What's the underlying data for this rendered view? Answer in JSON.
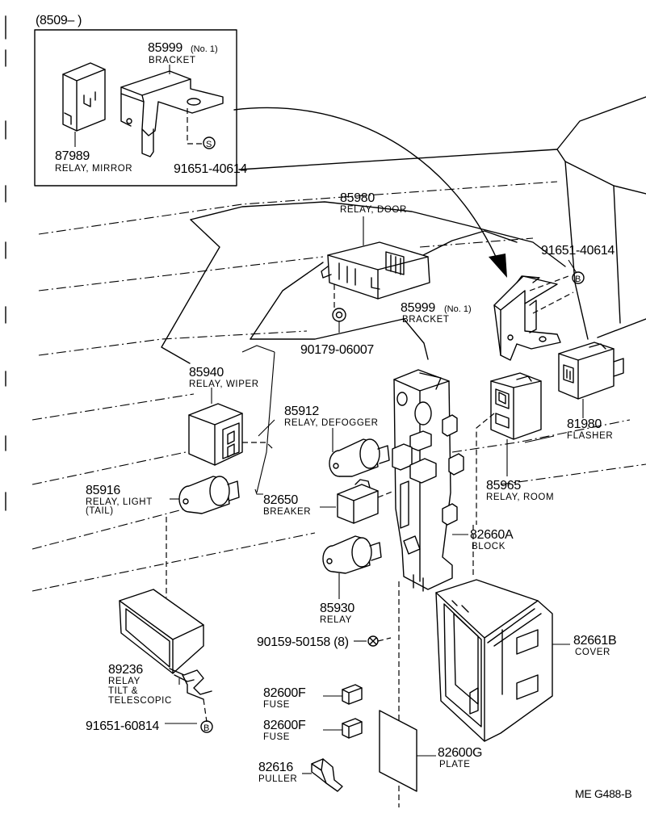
{
  "inset": {
    "label": "(8509–      )"
  },
  "footer": {
    "code": "ME  G488-B"
  },
  "parts": {
    "bracket_no1_inset": {
      "number": "85999",
      "suffix": "(No. 1)",
      "name": "BRACKET"
    },
    "relay_mirror": {
      "number": "87989",
      "name": "RELAY, MIRROR"
    },
    "bolt_inset": {
      "number": "91651-40614",
      "marker": "S"
    },
    "relay_door": {
      "number": "85980",
      "name": "RELAY, DOOR"
    },
    "bolt_right": {
      "number": "91651-40614",
      "marker": "B"
    },
    "bracket_no1": {
      "number": "85999",
      "suffix": "(No. 1)",
      "name": "BRACKET"
    },
    "clip": {
      "number": "90179-06007"
    },
    "relay_wiper": {
      "number": "85940",
      "name": "RELAY, WIPER"
    },
    "relay_defogger": {
      "number": "85912",
      "name": "RELAY, DEFOGGER"
    },
    "flasher": {
      "number": "81980",
      "name": "FLASHER"
    },
    "relay_light": {
      "number": "85916",
      "name": "RELAY, LIGHT",
      "name2": "(TAIL)"
    },
    "breaker": {
      "number": "82650",
      "name": "BREAKER"
    },
    "relay_room": {
      "number": "85965",
      "name": "RELAY, ROOM"
    },
    "block": {
      "number": "82660A",
      "name": "BLOCK"
    },
    "relay_85930": {
      "number": "85930",
      "name": "RELAY"
    },
    "screw": {
      "number": "90159-50158 (8)"
    },
    "cover": {
      "number": "82661B",
      "name": "COVER"
    },
    "relay_tilt": {
      "number": "89236",
      "name": "RELAY",
      "name2": "TILT &",
      "name3": "TELESCOPIC"
    },
    "fuse_1": {
      "number": "82600F",
      "name": "FUSE"
    },
    "fuse_2": {
      "number": "82600F",
      "name": "FUSE"
    },
    "bolt_lower": {
      "number": "91651-60814",
      "marker": "B"
    },
    "plate": {
      "number": "82600G",
      "name": "PLATE"
    },
    "puller": {
      "number": "82616",
      "name": "PULLER"
    }
  }
}
